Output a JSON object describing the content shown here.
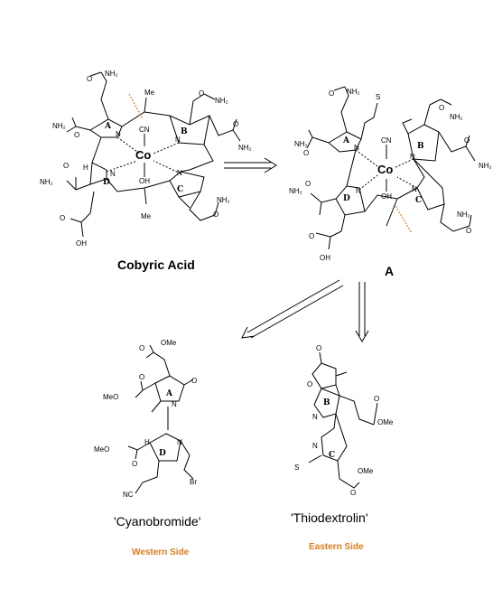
{
  "compounds": {
    "cobyric_acid": {
      "name": "Cobyric Acid",
      "metal": "Co",
      "ligand_top": "CN",
      "ligand_bottom": "OH",
      "rings": [
        "A",
        "B",
        "C",
        "D"
      ],
      "labels": {
        "nh2": "NH₂",
        "oh": "OH",
        "o": "O",
        "n": "N",
        "h": "H",
        "me": "Me"
      }
    },
    "intermediate_a": {
      "name": "A",
      "metal": "Co",
      "ligand_top": "CN",
      "ligand_bottom": "OH",
      "s_label": "S",
      "rings": [
        "A",
        "B",
        "C",
        "D"
      ]
    },
    "cyanobromide": {
      "name": "'Cyanobromide'",
      "side": "Western Side",
      "labels": {
        "ome": "OMe",
        "meo": "MeO",
        "nc": "NC",
        "br": "Br",
        "o": "O",
        "n": "N",
        "h": "H"
      },
      "rings": [
        "A",
        "D"
      ]
    },
    "thiodextrolin": {
      "name": "'Thiodextrolin'",
      "side": "Eastern Side",
      "labels": {
        "ome": "OMe",
        "o": "O",
        "s": "S",
        "n": "N"
      },
      "rings": [
        "B",
        "C"
      ]
    }
  },
  "colors": {
    "disconnection": "#f07a1a",
    "side_label": "#e07b1a",
    "ink": "#000000"
  }
}
